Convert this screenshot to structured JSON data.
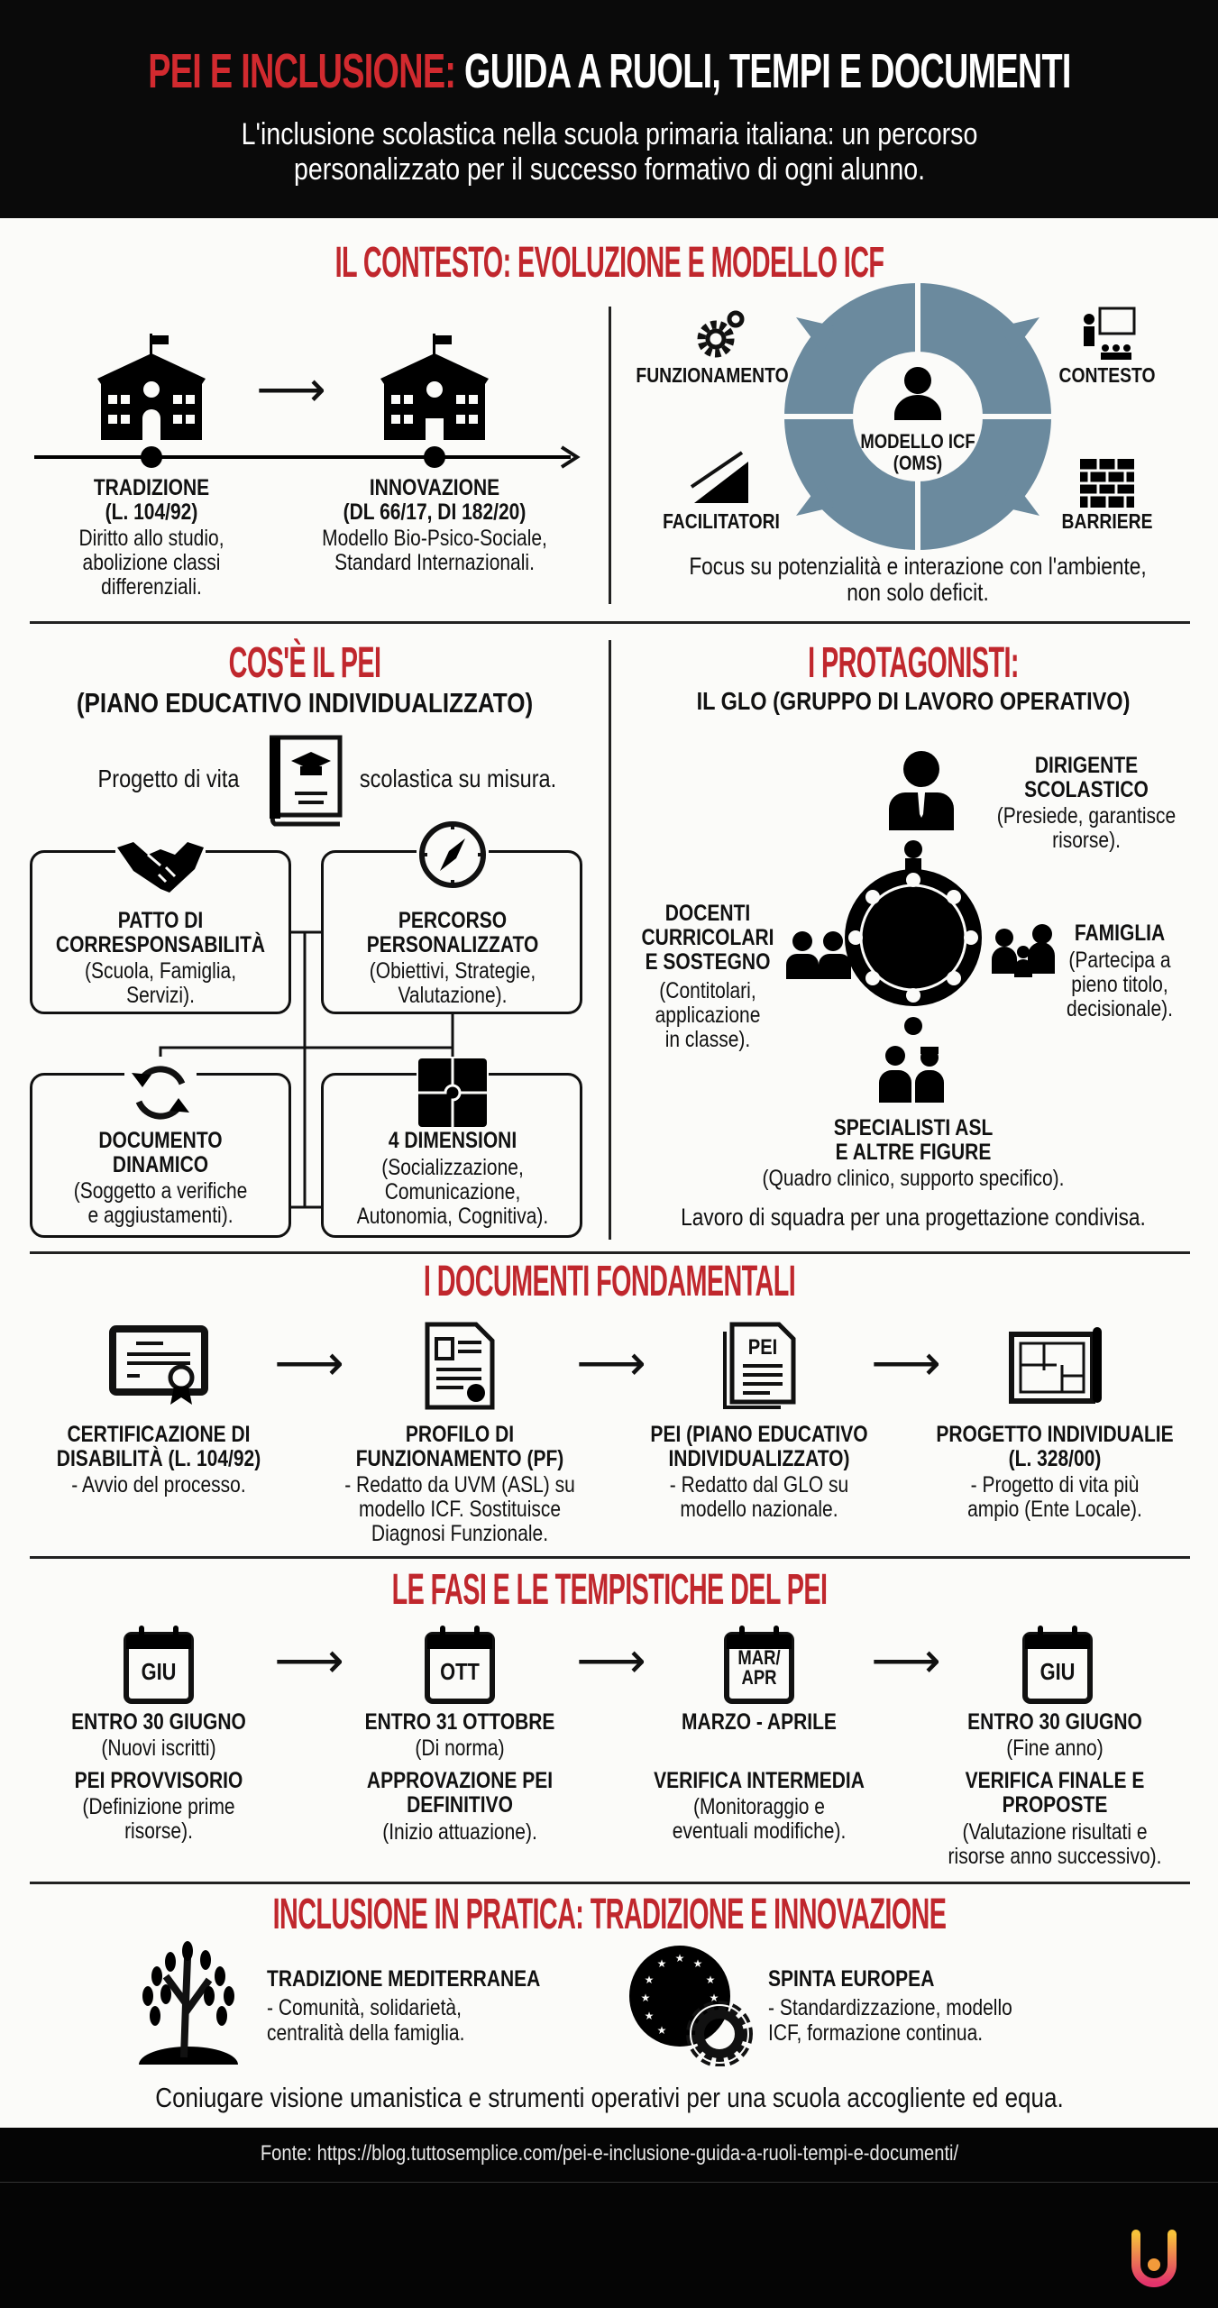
{
  "colors": {
    "accent": "#c0272d",
    "header_bg": "#0a0a0a",
    "icf_ring": "#6b8a9e"
  },
  "header": {
    "title_red": "PEI E INCLUSIONE:",
    "title_white": "GUIDA A RUOLI, TEMPI E DOCUMENTI",
    "subtitle": "L'inclusione scolastica nella scuola primaria italiana: un percorso\npersonalizzato per il successo formativo di ogni alunno."
  },
  "contesto": {
    "title": "IL CONTESTO: EVOLUZIONE E MODELLO ICF",
    "tradizione": {
      "label": "TRADIZIONE\n(L. 104/92)",
      "desc": "Diritto allo studio,\nabolizione classi\ndifferenziali."
    },
    "innovazione": {
      "label": "INNOVAZIONE\n(DL 66/17, DI 182/20)",
      "desc": "Modello Bio-Psico-Sociale,\nStandard Internazionali."
    },
    "icf": {
      "center": "MODELLO ICF\n(OMS)",
      "funzionamento": "FUNZIONAMENTO",
      "contesto": "CONTESTO",
      "facilitatori": "FACILITATORI",
      "barriere": "BARRIERE",
      "focus": "Focus su potenzialità e interazione con l'ambiente,\nnon solo deficit."
    }
  },
  "pei": {
    "title": "COS'È IL PEI",
    "subtitle": "(PIANO EDUCATIVO INDIVIDUALIZZATO)",
    "intro_left": "Progetto di vita",
    "intro_right": "scolastica su misura.",
    "boxes": [
      {
        "title": "PATTO DI\nCORRESPONSABILITÀ",
        "desc": "(Scuola, Famiglia,\nServizi).",
        "icon": "handshake-icon"
      },
      {
        "title": "PERCORSO\nPERSONALIZZATO",
        "desc": "(Obiettivi, Strategie,\nValutazione).",
        "icon": "compass-icon"
      },
      {
        "title": "DOCUMENTO\nDINAMICO",
        "desc": "(Soggetto a verifiche\ne aggiustamenti).",
        "icon": "sync-icon"
      },
      {
        "title": "4 DIMENSIONI",
        "desc": "(Socializzazione,\nComunicazione,\nAutonomia, Cognitiva).",
        "icon": "puzzle-icon"
      }
    ]
  },
  "protagonisti": {
    "title": "I PROTAGONISTI:",
    "subtitle": "IL GLO (GRUPPO DI LAVORO OPERATIVO)",
    "dirigente": {
      "title": "DIRIGENTE\nSCOLASTICO",
      "desc": "(Presiede, garantisce\nrisorse)."
    },
    "docenti": {
      "title": "DOCENTI\nCURRICOLARI\nE SOSTEGNO",
      "desc": "(Contitolari,\napplicazione\nin classe)."
    },
    "famiglia": {
      "title": "FAMIGLIA",
      "desc": "(Partecipa a\npieno titolo,\ndecisionale)."
    },
    "specialisti": {
      "title": "SPECIALISTI ASL\nE ALTRE FIGURE",
      "desc": "(Quadro clinico, supporto specifico)."
    },
    "footer": "Lavoro di squadra per una progettazione condivisa."
  },
  "documenti": {
    "title": "I DOCUMENTI FONDAMENTALI",
    "items": [
      {
        "title": "CERTIFICAZIONE DI\nDISABILITÀ (L. 104/92)",
        "desc": "- Avvio del processo."
      },
      {
        "title": "PROFILO DI\nFUNZIONAMENTO (PF)",
        "desc": "- Redatto da UVM (ASL) su\nmodello ICF. Sostituisce\nDiagnosi Funzionale."
      },
      {
        "title": "PEI (PIANO EDUCATIVO\nINDIVIDUALIZZATO)",
        "desc": "- Redatto dal GLO su\nmodello nazionale.",
        "icon_text": "PEI"
      },
      {
        "title": "PROGETTO INDIVIDUALIE\n(L. 328/00)",
        "desc": "- Progetto di vita più\nampio (Ente Locale)."
      }
    ]
  },
  "fasi": {
    "title": "LE FASI E LE TEMPISTICHE DEL PEI",
    "items": [
      {
        "month": "GIU",
        "date": "ENTRO 30 GIUGNO",
        "note": "(Nuovi iscritti)",
        "phase": "PEI PROVVISORIO",
        "desc": "(Definizione prime\nrisorse)."
      },
      {
        "month": "OTT",
        "date": "ENTRO 31 OTTOBRE",
        "note": "(Di norma)",
        "phase": "APPROVAZIONE PEI\nDEFINITIVO",
        "desc": "(Inizio attuazione)."
      },
      {
        "month": "MAR/\nAPR",
        "date": "MARZO - APRILE",
        "note": "",
        "phase": "VERIFICA INTERMEDIA",
        "desc": "(Monitoraggio e\neventuali modifiche)."
      },
      {
        "month": "GIU",
        "date": "ENTRO 30 GIUGNO",
        "note": "(Fine anno)",
        "phase": "VERIFICA FINALE E\nPROPOSTE",
        "desc": "(Valutazione risultati e\nrisorse anno successivo)."
      }
    ]
  },
  "pratica": {
    "title": "INCLUSIONE IN PRATICA: TRADIZIONE E INNOVAZIONE",
    "items": [
      {
        "title": "TRADIZIONE MEDITERRANEA",
        "desc": "- Comunità, solidarietà,\ncentralità della famiglia."
      },
      {
        "title": "SPINTA EUROPEA",
        "desc": "- Standardizzazione, modello\nICF, formazione continua."
      }
    ],
    "closing": "Coniugare visione umanistica e strumenti operativi per una scuola accogliente ed equa."
  },
  "footer": {
    "source": "Fonte: https://blog.tuttosemplice.com/pei-e-inclusione-guida-a-ruoli-tempi-e-documenti/"
  }
}
